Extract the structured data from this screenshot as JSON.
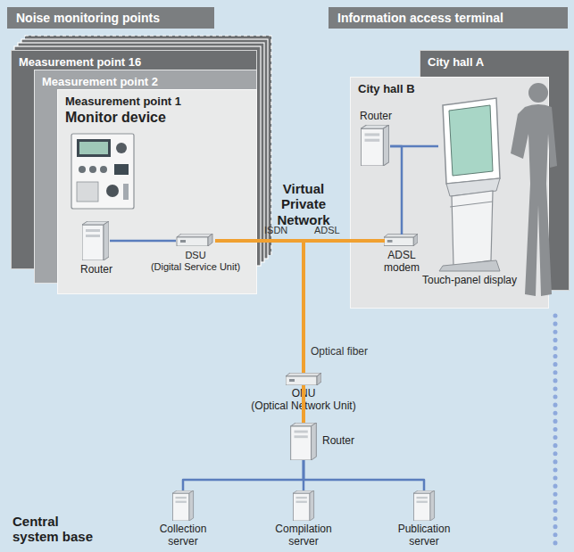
{
  "diagram": {
    "nodes": [
      {
        "text": [
          "Noise monitoring points"
        ]
      },
      {
        "text": [
          "Information access terminal"
        ]
      },
      {
        "text": [
          "Measurement point 16"
        ]
      },
      {
        "text": [
          "Measurement point 2"
        ]
      },
      {
        "text": [
          "Measurement point 1",
          "Monitor device"
        ]
      },
      {
        "text": [
          "Router"
        ],
        "in": 4
      },
      {
        "text": [
          "DSU",
          "(Digital Service Unit)"
        ],
        "in": 4
      },
      {
        "text": [
          "City hall A"
        ]
      },
      {
        "text": [
          "City hall B"
        ]
      },
      {
        "text": [
          "Router"
        ],
        "in": 8
      },
      {
        "text": [
          "ADSL modem"
        ],
        "in": 8
      },
      {
        "text": [
          "Touch-panel display"
        ],
        "in": 8
      },
      {
        "text": [
          "ONU",
          "(Optical Network Unit)"
        ]
      },
      {
        "text": [
          "Router"
        ]
      },
      {
        "text": [
          "Collection server"
        ]
      },
      {
        "text": [
          "Compilation server"
        ]
      },
      {
        "text": [
          "Publication server"
        ]
      }
    ],
    "edges": [
      {
        "from": 5,
        "to": 6,
        "arrow": "none"
      },
      {
        "from": 6,
        "to": 10,
        "arrow": "none"
      },
      {
        "from": 6,
        "to": 12,
        "arrow": "none"
      },
      {
        "from": 10,
        "to": 12,
        "arrow": "none"
      },
      {
        "from": 9,
        "to": 10,
        "arrow": "none"
      },
      {
        "from": 9,
        "to": 11,
        "arrow": "none"
      },
      {
        "from": 12,
        "to": 13,
        "arrow": "none"
      },
      {
        "from": 13,
        "to": 14,
        "arrow": "none"
      },
      {
        "from": 13,
        "to": 15,
        "arrow": "none"
      },
      {
        "from": 13,
        "to": 16,
        "arrow": "none"
      }
    ],
    "labels": [
      "Virtual Private Network",
      "ISDN",
      "ADSL",
      "Optical fiber",
      "Central system base"
    ]
  }
}
